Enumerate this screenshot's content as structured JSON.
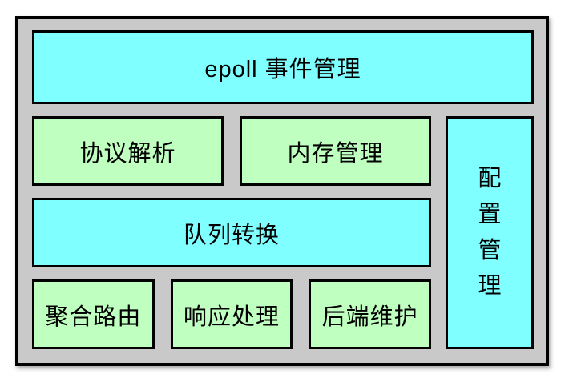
{
  "diagram": {
    "type": "block-architecture-diagram",
    "colors": {
      "frame_background": "#C9C9C9",
      "cyan_fill": "#7FFFFF",
      "green_fill": "#BFFFBF",
      "border": "#000000",
      "text": "#000000"
    },
    "boxes": {
      "epoll": {
        "label": "epoll 事件管理",
        "fill": "cyan"
      },
      "protocol_parsing": {
        "label": "协议解析",
        "fill": "green"
      },
      "memory_management": {
        "label": "内存管理",
        "fill": "green"
      },
      "queue_conversion": {
        "label": "队列转换",
        "fill": "cyan"
      },
      "aggregate_routing": {
        "label": "聚合路由",
        "fill": "green"
      },
      "response_processing": {
        "label": "响应处理",
        "fill": "green"
      },
      "backend_maintenance": {
        "label": "后端维护",
        "fill": "green"
      },
      "config_management": {
        "label": "配置管理",
        "fill": "cyan",
        "orientation": "vertical"
      }
    }
  }
}
